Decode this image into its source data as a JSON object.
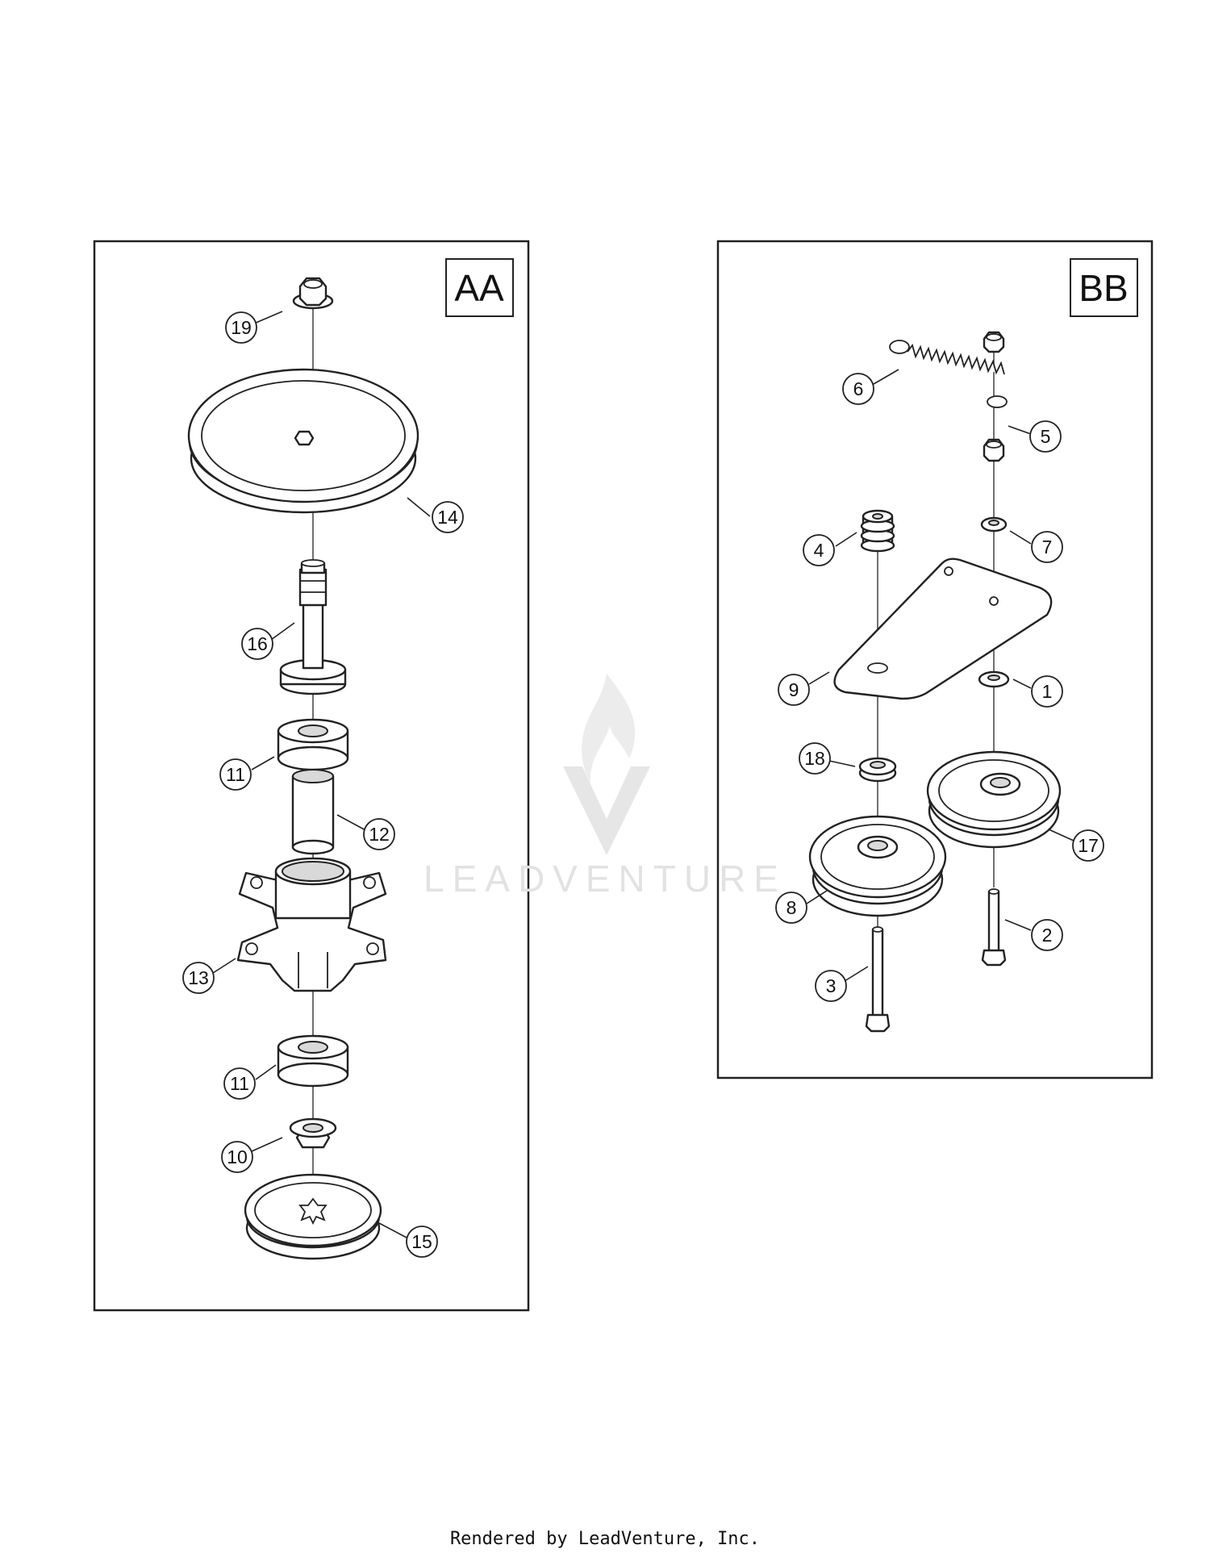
{
  "sections": {
    "left": "AA",
    "right": "BB"
  },
  "callouts_aa": [
    "19",
    "14",
    "16",
    "11",
    "12",
    "13",
    "11",
    "10",
    "15"
  ],
  "callouts_bb": [
    "6",
    "5",
    "7",
    "4",
    "9",
    "1",
    "18",
    "17",
    "8",
    "2",
    "3"
  ],
  "watermark": {
    "text": "LEADVENTURE",
    "logo": "leadventure-flame-logo"
  },
  "footer": "Rendered by LeadVenture, Inc."
}
